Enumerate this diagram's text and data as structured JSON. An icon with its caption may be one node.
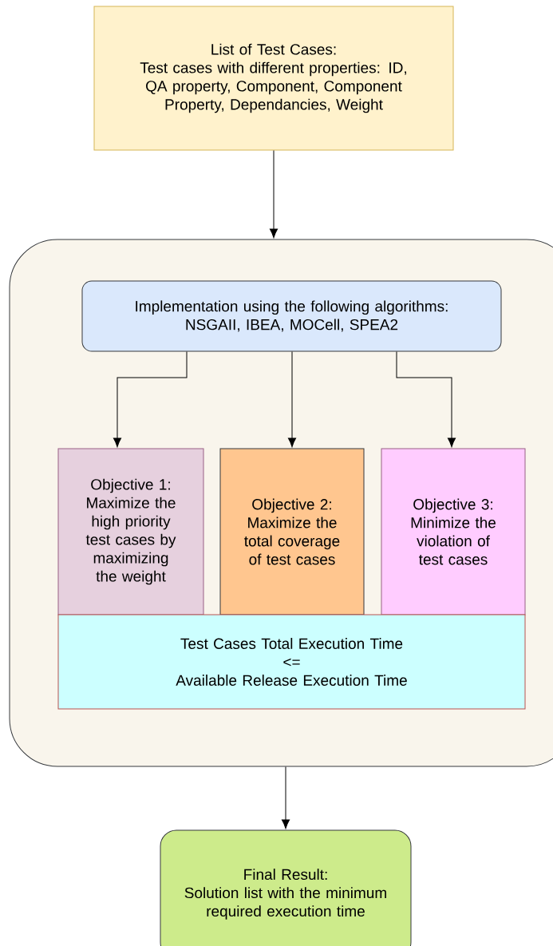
{
  "diagram": {
    "nodes": [
      {
        "text": [
          "List of Test Cases:",
          "Test cases with different properties: ID, QA property, Component, Component Property, Dependancies, Weight"
        ]
      },
      {
        "text": [],
        "shape": "box"
      },
      {
        "text": [
          "Implementation using the following algorithms:",
          "NSGAII, IBEA, MOCell, SPEA2"
        ],
        "in": 1
      },
      {
        "text": [
          "Objective 1:",
          "Maximize the high priority test cases by maximizing the weight"
        ],
        "in": 1
      },
      {
        "text": [
          "Objective 2:",
          "Maximize the total coverage of test cases"
        ],
        "in": 1
      },
      {
        "text": [
          "Objective 3:",
          "Minimize the violation of test cases"
        ],
        "in": 1
      },
      {
        "text": [
          "Test Cases Total Execution Time",
          "<=",
          "Available Release Execution Time"
        ],
        "in": 1
      },
      {
        "text": [
          "Final Result:",
          "Solution list with the minimum required execution time"
        ]
      }
    ],
    "edges": [
      {
        "from": 0,
        "to": 1,
        "arrow": "to"
      },
      {
        "from": 2,
        "to": 3,
        "arrow": "to"
      },
      {
        "from": 2,
        "to": 4,
        "arrow": "to"
      },
      {
        "from": 2,
        "to": 5,
        "arrow": "to"
      },
      {
        "from": 1,
        "to": 7,
        "arrow": "to"
      }
    ]
  }
}
